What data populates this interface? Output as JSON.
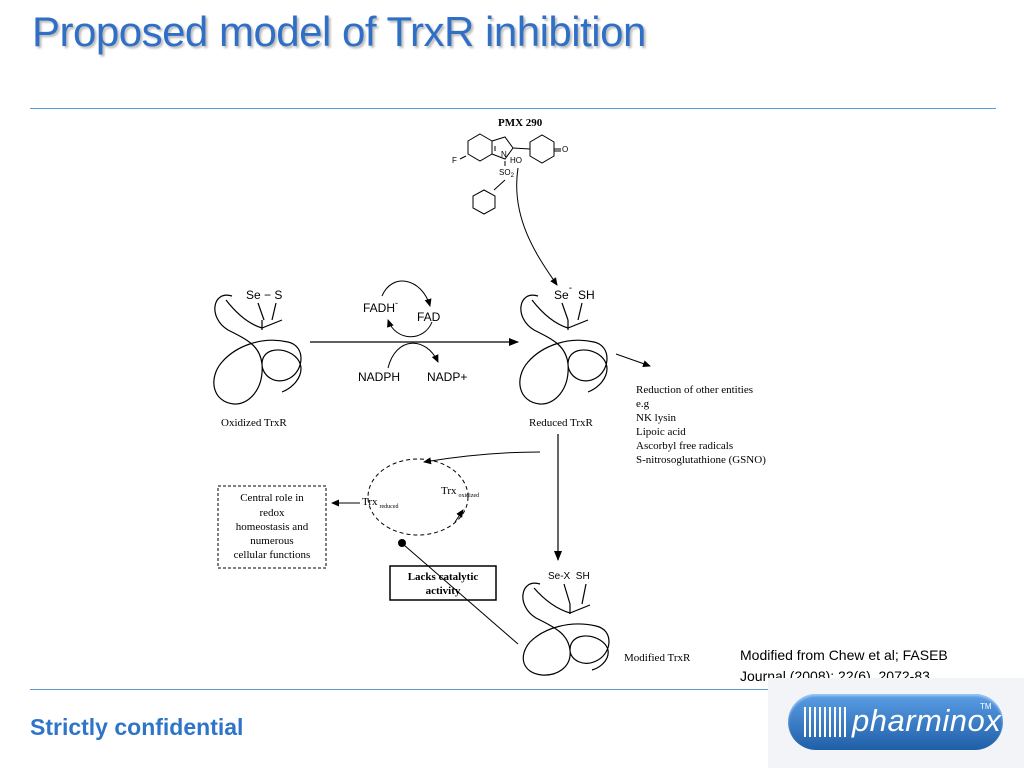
{
  "slide": {
    "title": "Proposed model of TrxR inhibition",
    "footer": "Strictly confidential",
    "citation_line1": "Modified from Chew et al; FASEB",
    "citation_line2": "Journal (2008): 22(6), 2072-83."
  },
  "diagram": {
    "compound": "PMX 290",
    "atom_f": "F",
    "atom_n": "N",
    "atom_ho": "HO",
    "atom_o": "O",
    "atom_so2": "SO",
    "sub_2": "2",
    "oxidized_site": "Se − S",
    "oxidized_label": "Oxidized TrxR",
    "reduced_site_se": "Se",
    "reduced_site_minus": "-",
    "reduced_site_sh": "SH",
    "reduced_label": "Reduced TrxR",
    "fadh": "FADH",
    "fadh_sup": "-",
    "fad": "FAD",
    "nadph": "NADPH",
    "nadp": "NADP+",
    "reduction_heading": "Reduction of other entities",
    "reduction_items": [
      "e.g",
      "NK lysin",
      "Lipoic acid",
      "Ascorbyl free radicals",
      "S-nitrosoglutathione (GSNO)"
    ],
    "trx": "Trx",
    "trx_reduced_sub": "reduced",
    "trx_oxidized_sub": "oxidized",
    "central_role_lines": [
      "Central role in",
      "redox",
      "homeostasis and",
      "numerous",
      "cellular functions"
    ],
    "lacks_lines": [
      "Lacks catalytic",
      "activity"
    ],
    "modified_site": "Se-X  SH",
    "modified_label": "Modified TrxR"
  },
  "logo": {
    "text": "pharminox",
    "tm": "TM"
  },
  "colors": {
    "title": "#2f6fc6",
    "rule": "#5b9bd5",
    "footer": "#2e75c9",
    "logo": "#1f5fa8"
  }
}
